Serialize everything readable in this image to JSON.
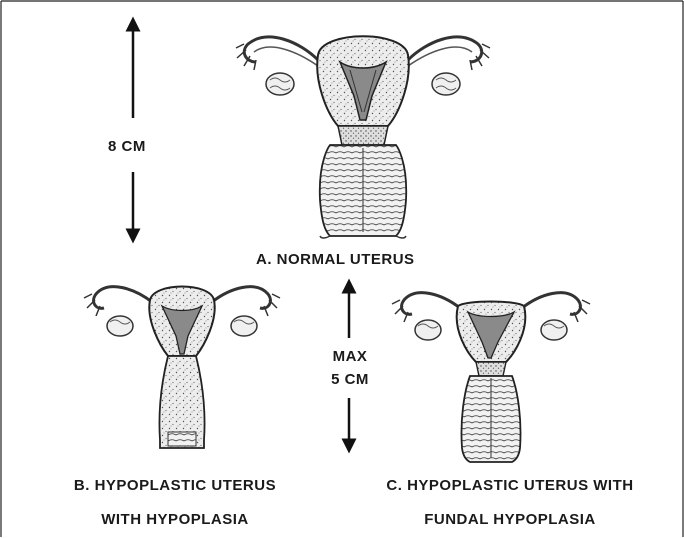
{
  "measure_normal": "8 CM",
  "measure_hypo": [
    "MAX",
    "5 CM"
  ],
  "label_a": "A. NORMAL UTERUS",
  "label_b": [
    "B. HYPOPLASTIC UTERUS",
    "WITH HYPOPLASIA"
  ],
  "label_c": [
    "C. HYPOPLASTIC UTERUS WITH",
    "FUNDAL HYPOPLASIA"
  ]
}
